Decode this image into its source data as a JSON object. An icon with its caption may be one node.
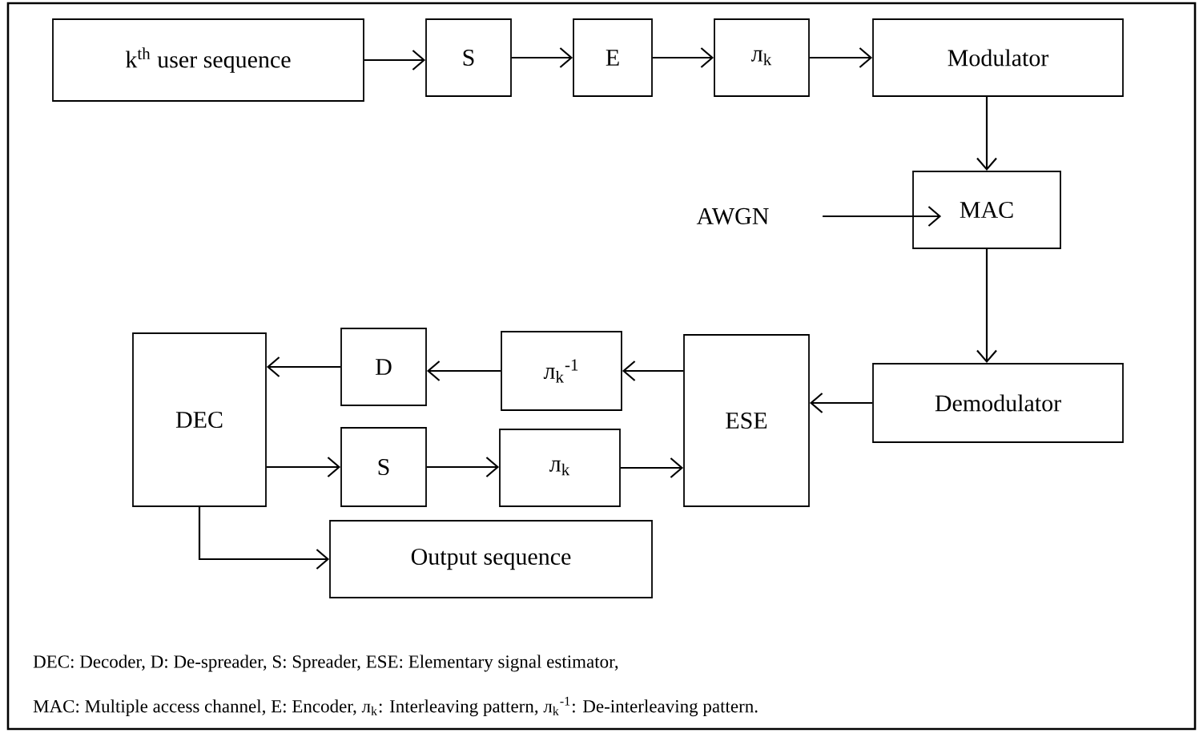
{
  "diagram": {
    "nodes": [
      {
        "text": [
          "k$^{th}$ user sequence"
        ]
      },
      {
        "text": [
          "S"
        ]
      },
      {
        "text": [
          "E"
        ]
      },
      {
        "text": [
          "л$_{k}$"
        ]
      },
      {
        "text": [
          "Modulator"
        ]
      },
      {
        "text": [
          "AWGN"
        ]
      },
      {
        "text": [
          "MAC"
        ]
      },
      {
        "text": [
          "Demodulator"
        ]
      },
      {
        "text": [
          "ESE"
        ]
      },
      {
        "text": [
          "DEC"
        ]
      },
      {
        "text": [
          "D"
        ]
      },
      {
        "text": [
          "л$_{k}$$^{-1}$"
        ]
      },
      {
        "text": [
          "S"
        ]
      },
      {
        "text": [
          "л$_{k}$"
        ]
      },
      {
        "text": [
          "Output sequence"
        ]
      }
    ],
    "edges": [
      {
        "from": 0,
        "to": 1,
        "arrow": "to"
      },
      {
        "from": 1,
        "to": 2,
        "arrow": "to"
      },
      {
        "from": 2,
        "to": 3,
        "arrow": "to"
      },
      {
        "from": 3,
        "to": 4,
        "arrow": "to"
      },
      {
        "from": 4,
        "to": 6,
        "arrow": "to"
      },
      {
        "from": 5,
        "to": 6,
        "arrow": "to"
      },
      {
        "from": 6,
        "to": 7,
        "arrow": "to"
      },
      {
        "from": 7,
        "to": 8,
        "arrow": "to"
      },
      {
        "from": 8,
        "to": 11,
        "arrow": "to"
      },
      {
        "from": 11,
        "to": 10,
        "arrow": "to"
      },
      {
        "from": 10,
        "to": 9,
        "arrow": "to"
      },
      {
        "from": 9,
        "to": 12,
        "arrow": "to"
      },
      {
        "from": 12,
        "to": 13,
        "arrow": "to"
      },
      {
        "from": 13,
        "to": 8,
        "arrow": "to"
      },
      {
        "from": 9,
        "to": 14,
        "arrow": "to"
      }
    ],
    "labels": [
      "DEC: Decoder, D: De-spreader, S: Spreader, ESE: Elementary signal estimator,",
      "MAC: Multiple access channel, E: Encoder, л$_{k}$: Interleaving pattern, л$_{k}$$^{-1}$: De-interleaving pattern."
    ]
  }
}
